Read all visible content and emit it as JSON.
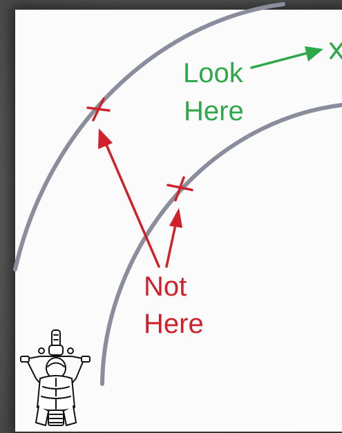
{
  "labels": {
    "look": "Look",
    "look_here": "Here",
    "not": "Not",
    "not_here": "Here"
  },
  "colors": {
    "road_edge": "#8a8e9c",
    "look_green": "#2fa84a",
    "not_red": "#d0202a",
    "background": "#fbfbfb",
    "frame": "#555555"
  },
  "icons": {
    "rider": "motorcycle-rider-icon",
    "good_target": "x-mark-icon",
    "bad_target": "cross-mark-icon"
  }
}
